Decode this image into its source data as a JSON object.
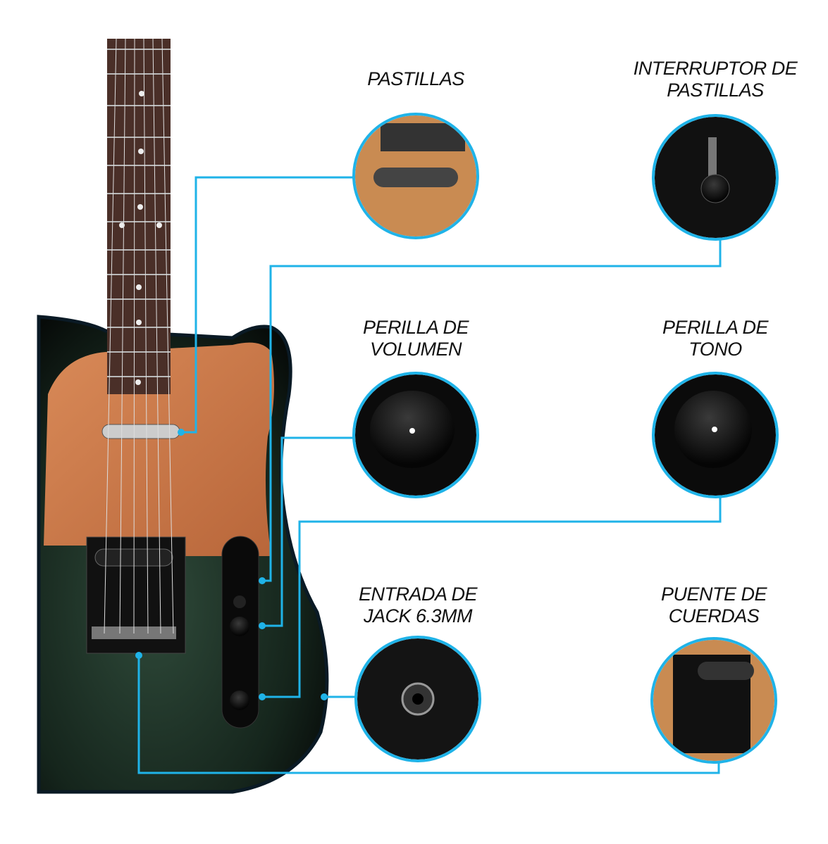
{
  "accent_color": "#1fb3e8",
  "callouts": [
    {
      "id": "pickups",
      "line1": "PASTILLAS",
      "line2": ""
    },
    {
      "id": "pickup-switch",
      "line1": "INTERRUPTOR DE",
      "line2": "PASTILLAS"
    },
    {
      "id": "volume-knob",
      "line1": "PERILLA DE",
      "line2": "VOLUMEN"
    },
    {
      "id": "tone-knob",
      "line1": "PERILLA DE",
      "line2": "TONO"
    },
    {
      "id": "jack-input",
      "line1": "ENTRADA DE",
      "line2": "JACK 6.3MM"
    },
    {
      "id": "bridge",
      "line1": "PUENTE DE",
      "line2": "CUERDAS"
    }
  ]
}
